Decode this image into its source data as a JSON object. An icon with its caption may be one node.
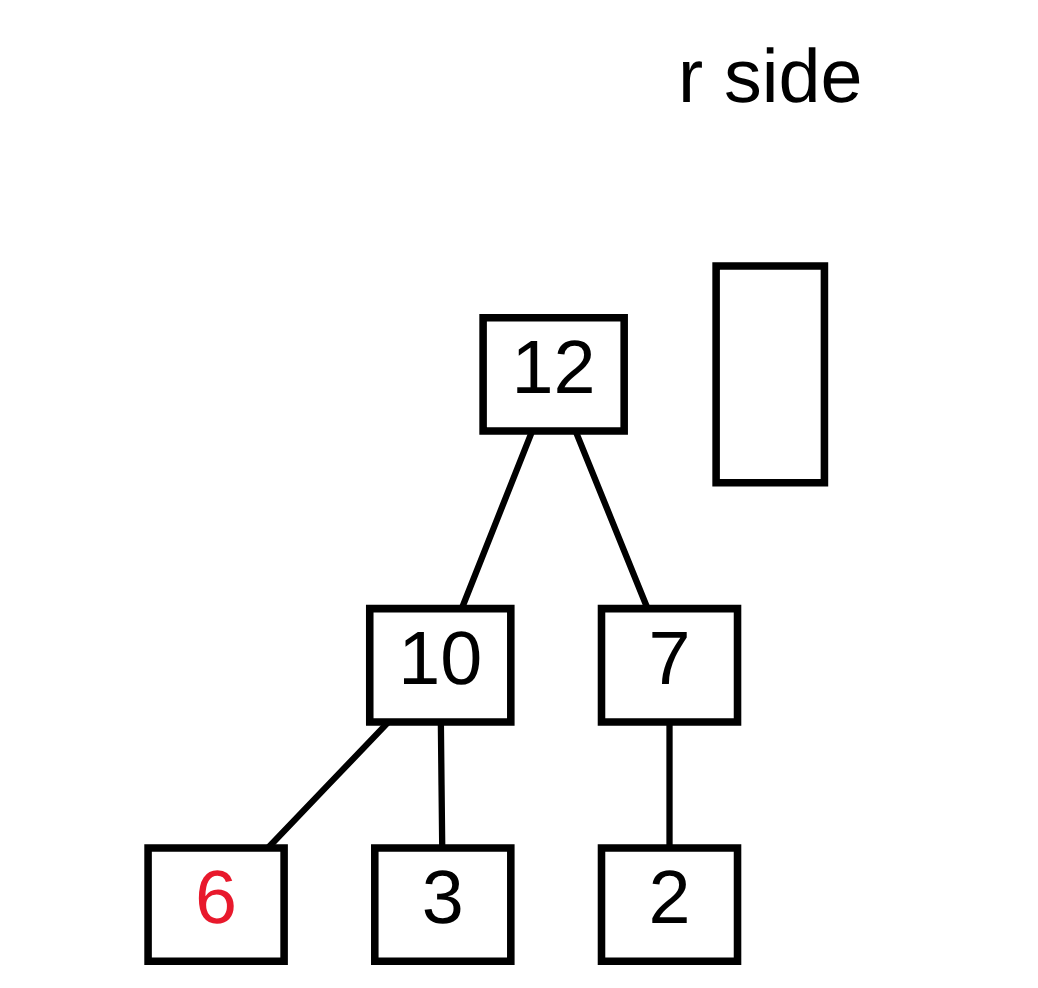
{
  "diagram": {
    "nodes": [
      {
        "text": [
          "12"
        ]
      },
      {
        "text": [
          "10"
        ]
      },
      {
        "text": [
          "7"
        ]
      },
      {
        "text": [
          "6"
        ]
      },
      {
        "text": [
          "3"
        ]
      },
      {
        "text": [
          "2"
        ]
      },
      {
        "text": [],
        "shape": "box"
      }
    ],
    "edges": [
      {
        "from": 0,
        "to": 1,
        "arrow": "none"
      },
      {
        "from": 0,
        "to": 2,
        "arrow": "none"
      },
      {
        "from": 1,
        "to": 3,
        "arrow": "none"
      },
      {
        "from": 1,
        "to": 4,
        "arrow": "none"
      },
      {
        "from": 2,
        "to": 5,
        "arrow": "none"
      }
    ],
    "labels": [
      "r side"
    ]
  }
}
